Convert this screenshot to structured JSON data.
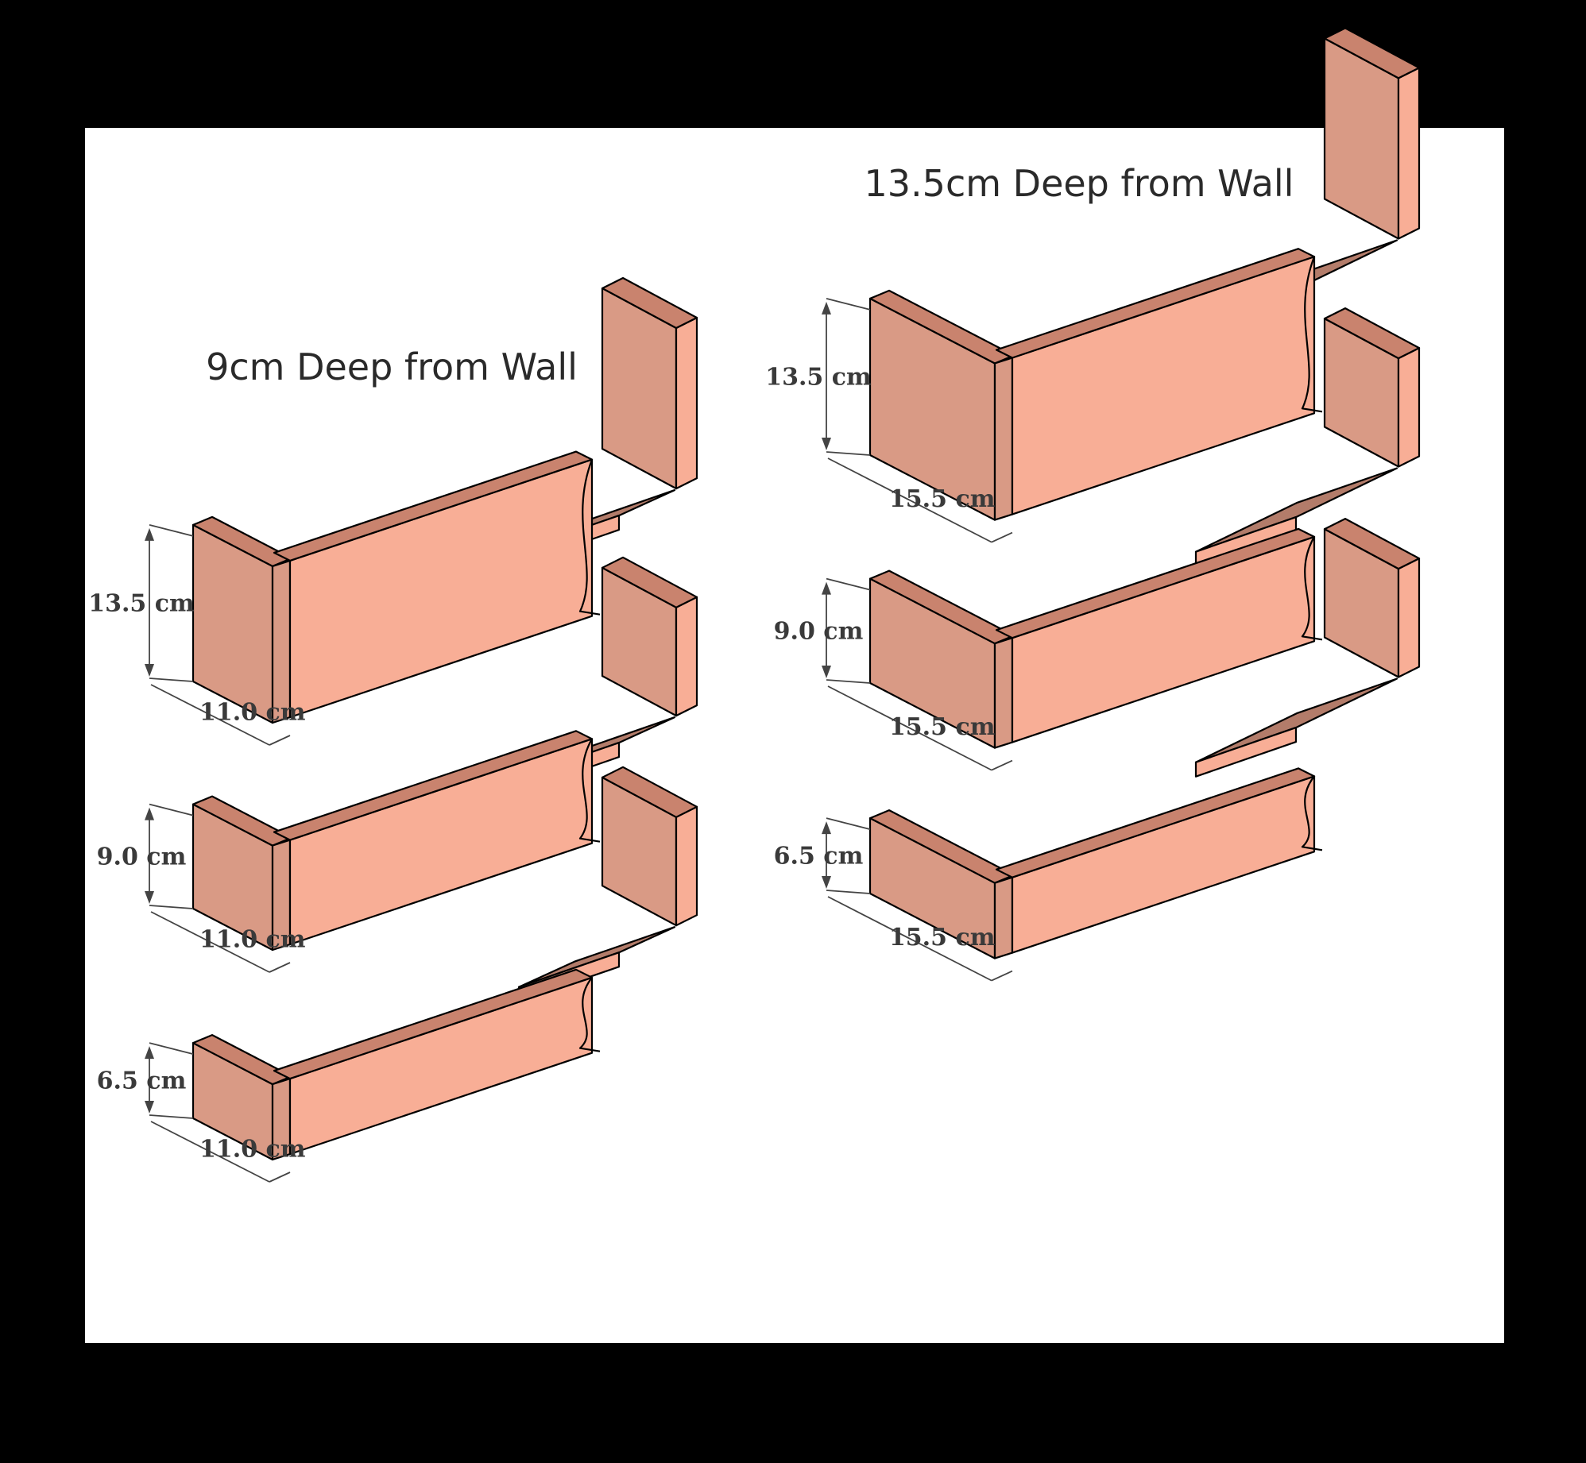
{
  "colors": {
    "background": "#000000",
    "canvas": "#ffffff",
    "front_face": "#f8ae96",
    "side_face": "#d99a85",
    "top_face": "#c9836e",
    "shelf_floor": "#b37c6a",
    "edge": "#000000",
    "text": "#2a2a2a"
  },
  "groups": [
    {
      "id": "left",
      "title": "9cm Deep from Wall",
      "shelves": [
        {
          "height_label": "13.5 cm",
          "depth_label": "11.0 cm",
          "height_cm": 13.5,
          "depth_cm": 11.0
        },
        {
          "height_label": "9.0 cm",
          "depth_label": "11.0 cm",
          "height_cm": 9.0,
          "depth_cm": 11.0
        },
        {
          "height_label": "6.5 cm",
          "depth_label": "11.0 cm",
          "height_cm": 6.5,
          "depth_cm": 11.0
        }
      ]
    },
    {
      "id": "right",
      "title": "13.5cm Deep from Wall",
      "shelves": [
        {
          "height_label": "13.5 cm",
          "depth_label": "15.5 cm",
          "height_cm": 13.5,
          "depth_cm": 15.5
        },
        {
          "height_label": "9.0 cm",
          "depth_label": "15.5 cm",
          "height_cm": 9.0,
          "depth_cm": 15.5
        },
        {
          "height_label": "6.5 cm",
          "depth_label": "15.5 cm",
          "height_cm": 6.5,
          "depth_cm": 15.5
        }
      ]
    }
  ]
}
